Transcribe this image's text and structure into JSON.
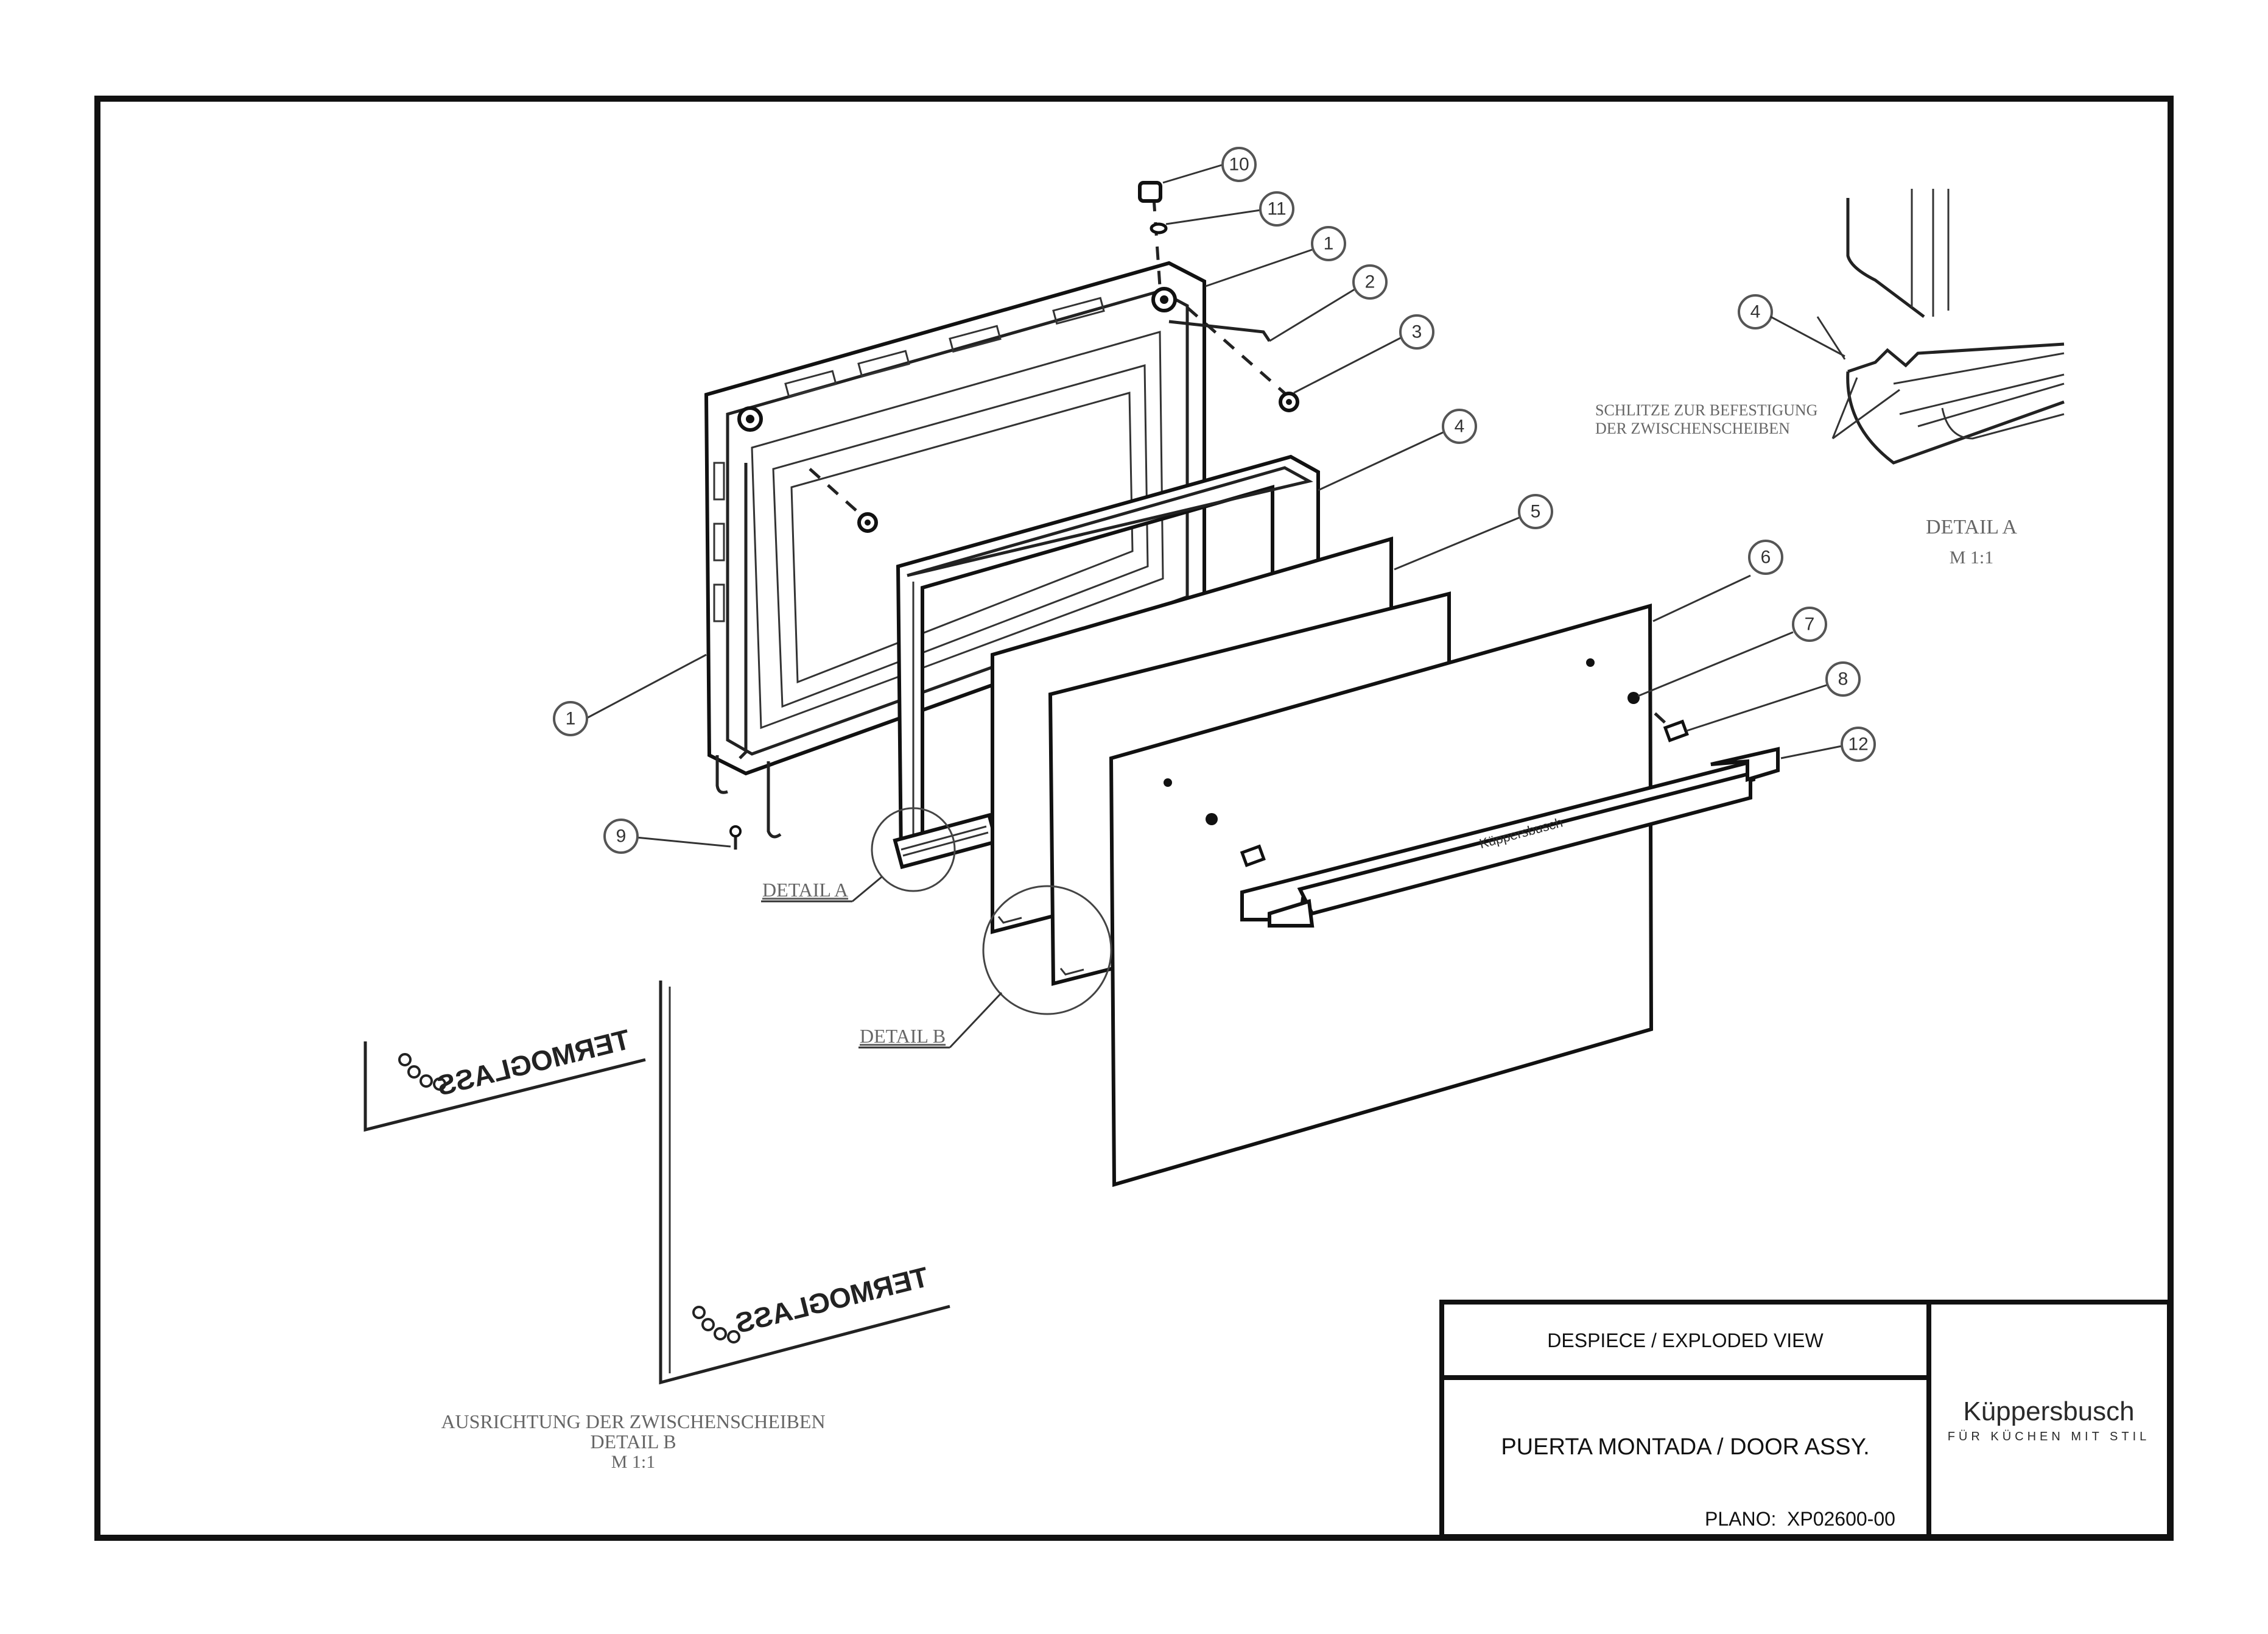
{
  "title_block": {
    "view_title": "DESPIECE / EXPLODED VIEW",
    "assembly_name": "PUERTA MONTADA / DOOR ASSY.",
    "plano_label": "PLANO:",
    "plano_number": "XP02600-00"
  },
  "brand": {
    "name": "Küppersbusch",
    "tagline": "FÜR KÜCHEN MIT STIL"
  },
  "detail_a": {
    "note_line1": "SCHLITZE ZUR BEFESTIGUNG",
    "note_line2": "DER ZWISCHENSCHEIBEN",
    "title": "DETAIL A",
    "scale": "M 1:1",
    "marker_label": "DETAIL A"
  },
  "detail_b": {
    "marker_label": "DETAIL B",
    "caption_line1": "AUSRICHTUNG DER ZWISCHENSCHEIBEN",
    "caption_line2": "DETAIL B",
    "caption_line3": "M 1:1",
    "glass_marking": "TERMOGLASS"
  },
  "handle_marking": "Küppersbusch",
  "callouts": [
    "10",
    "11",
    "1",
    "2",
    "3",
    "4",
    "5",
    "6",
    "7",
    "8",
    "12",
    "1",
    "9",
    "4"
  ]
}
